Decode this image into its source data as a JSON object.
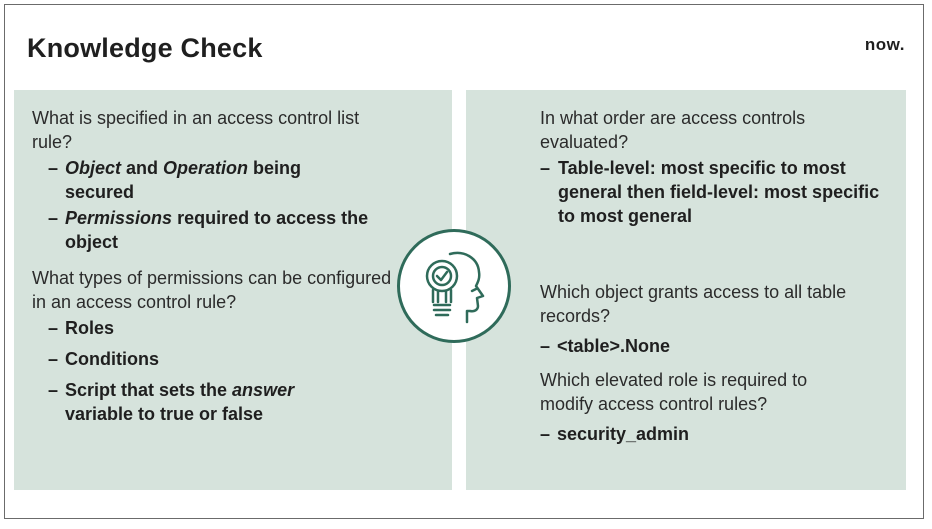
{
  "slide": {
    "title": "Knowledge Check",
    "logo_text": "now."
  },
  "left": {
    "q1": "What is specified in an access control list rule?",
    "q1_a1_obj": "Object",
    "q1_a1_and": " and ",
    "q1_a1_op": "Operation",
    "q1_a1_rest": " being secured",
    "q1_a2_perm": "Permissions",
    "q1_a2_rest": " required to access the object",
    "q2": "What types of permissions can be configured in an access control rule?",
    "q2_a1": "Roles",
    "q2_a2": "Conditions",
    "q2_a3_pre": "Script that sets the ",
    "q2_a3_ans": "answer",
    "q2_a3_rest": " variable to true or false"
  },
  "right": {
    "q1": "In what order are access controls evaluated?",
    "q1_a1": "Table-level: most specific to most general then field-level: most specific to most general",
    "q2": "Which object grants access to all table records?",
    "q2_a1": "<table>.None",
    "q3": "Which elevated role is required to modify access control rules?",
    "q3_a1": "security_admin"
  },
  "icon": "head-with-lightbulb-check-icon",
  "colors": {
    "panel": "#d6e3dc",
    "accent": "#2f6b5a"
  }
}
